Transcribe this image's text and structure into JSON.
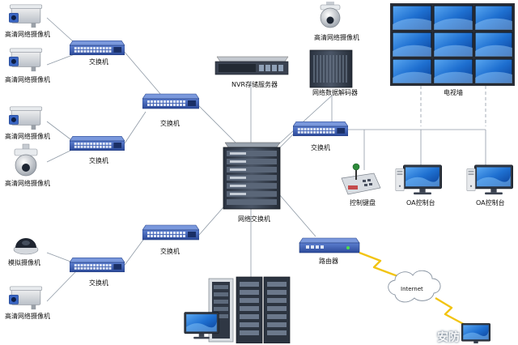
{
  "labels": {
    "hd_camera": "高清网络摄像机",
    "switch": "交换机",
    "nvr": "NVR存储服务器",
    "decoder": "网络数据解码器",
    "video_wall": "电视墙",
    "core_switch": "网络交换机",
    "control_keyboard": "控制键盘",
    "oa_console": "OA控制台",
    "analog_camera": "模拟摄像机",
    "router": "路由器",
    "internet": "Internet"
  },
  "watermark": "安防"
}
